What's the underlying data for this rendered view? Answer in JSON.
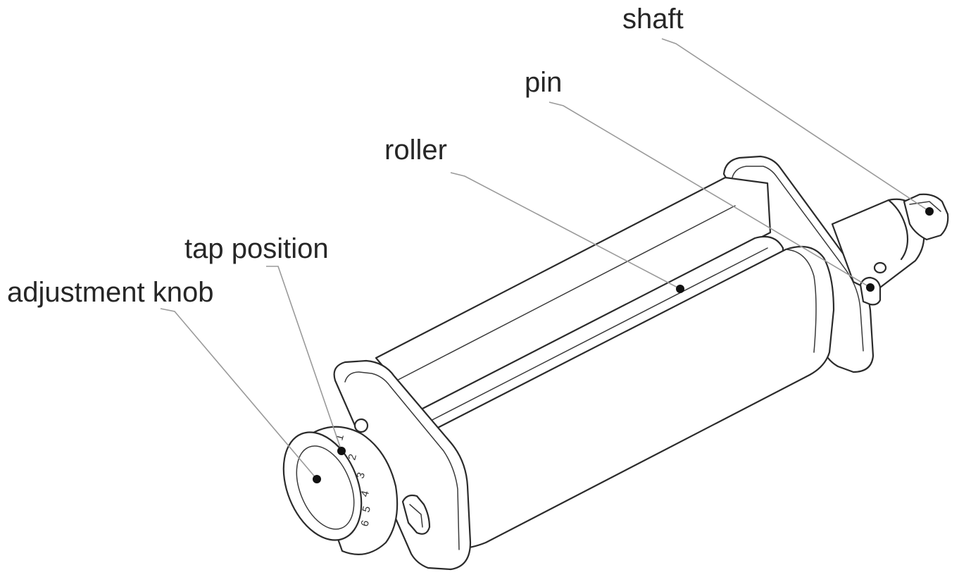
{
  "diagram": {
    "labels": {
      "shaft": "shaft",
      "pin": "pin",
      "roller": "roller",
      "tap_position": "tap position",
      "adjustment_knob": "adjustment knob"
    },
    "dial_numbers": [
      "1",
      "2",
      "3",
      "4",
      "5",
      "6"
    ],
    "colors": {
      "line": "#2b2b2b",
      "leader": "#9a9a9a",
      "dot": "#111111",
      "text": "#262626",
      "background": "#ffffff"
    }
  }
}
